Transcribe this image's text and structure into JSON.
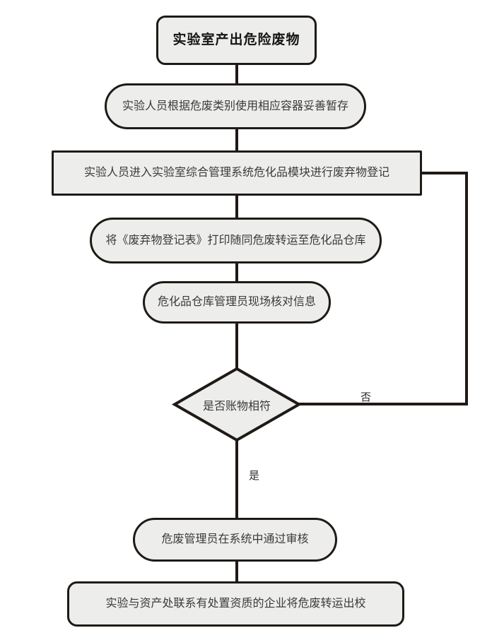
{
  "flowchart": {
    "title_node": "实验室产出危险废物",
    "nodes": [
      {
        "id": "start",
        "type": "rounded-rect",
        "label": "实验室产出危险废物"
      },
      {
        "id": "temp-storage",
        "type": "stadium",
        "label": "实验人员根据危废类别使用相应容器妥善暂存"
      },
      {
        "id": "register-waste",
        "type": "rect",
        "label": "实验人员进入实验室综合管理系统危化品模块进行废弃物登记"
      },
      {
        "id": "print-transfer",
        "type": "stadium",
        "label": "将《废弃物登记表》打印随同危废转运至危化品仓库"
      },
      {
        "id": "verify-info",
        "type": "stadium",
        "label": "危化品仓库管理员现场核对信息"
      },
      {
        "id": "decision-match",
        "type": "diamond",
        "label": "是否账物相符"
      },
      {
        "id": "approve",
        "type": "stadium",
        "label": "危废管理员在系统中通过审核"
      },
      {
        "id": "transfer-out",
        "type": "rounded-rect",
        "label": "实验与资产处联系有处置资质的企业将危废转运出校"
      }
    ],
    "edges": {
      "yes_label": "是",
      "no_label": "否"
    },
    "colors": {
      "node_fill": "#ededec",
      "node_border": "#1f1a16",
      "line": "#1f1a16",
      "text": "#3a3a3a",
      "background": "#ffffff"
    }
  }
}
